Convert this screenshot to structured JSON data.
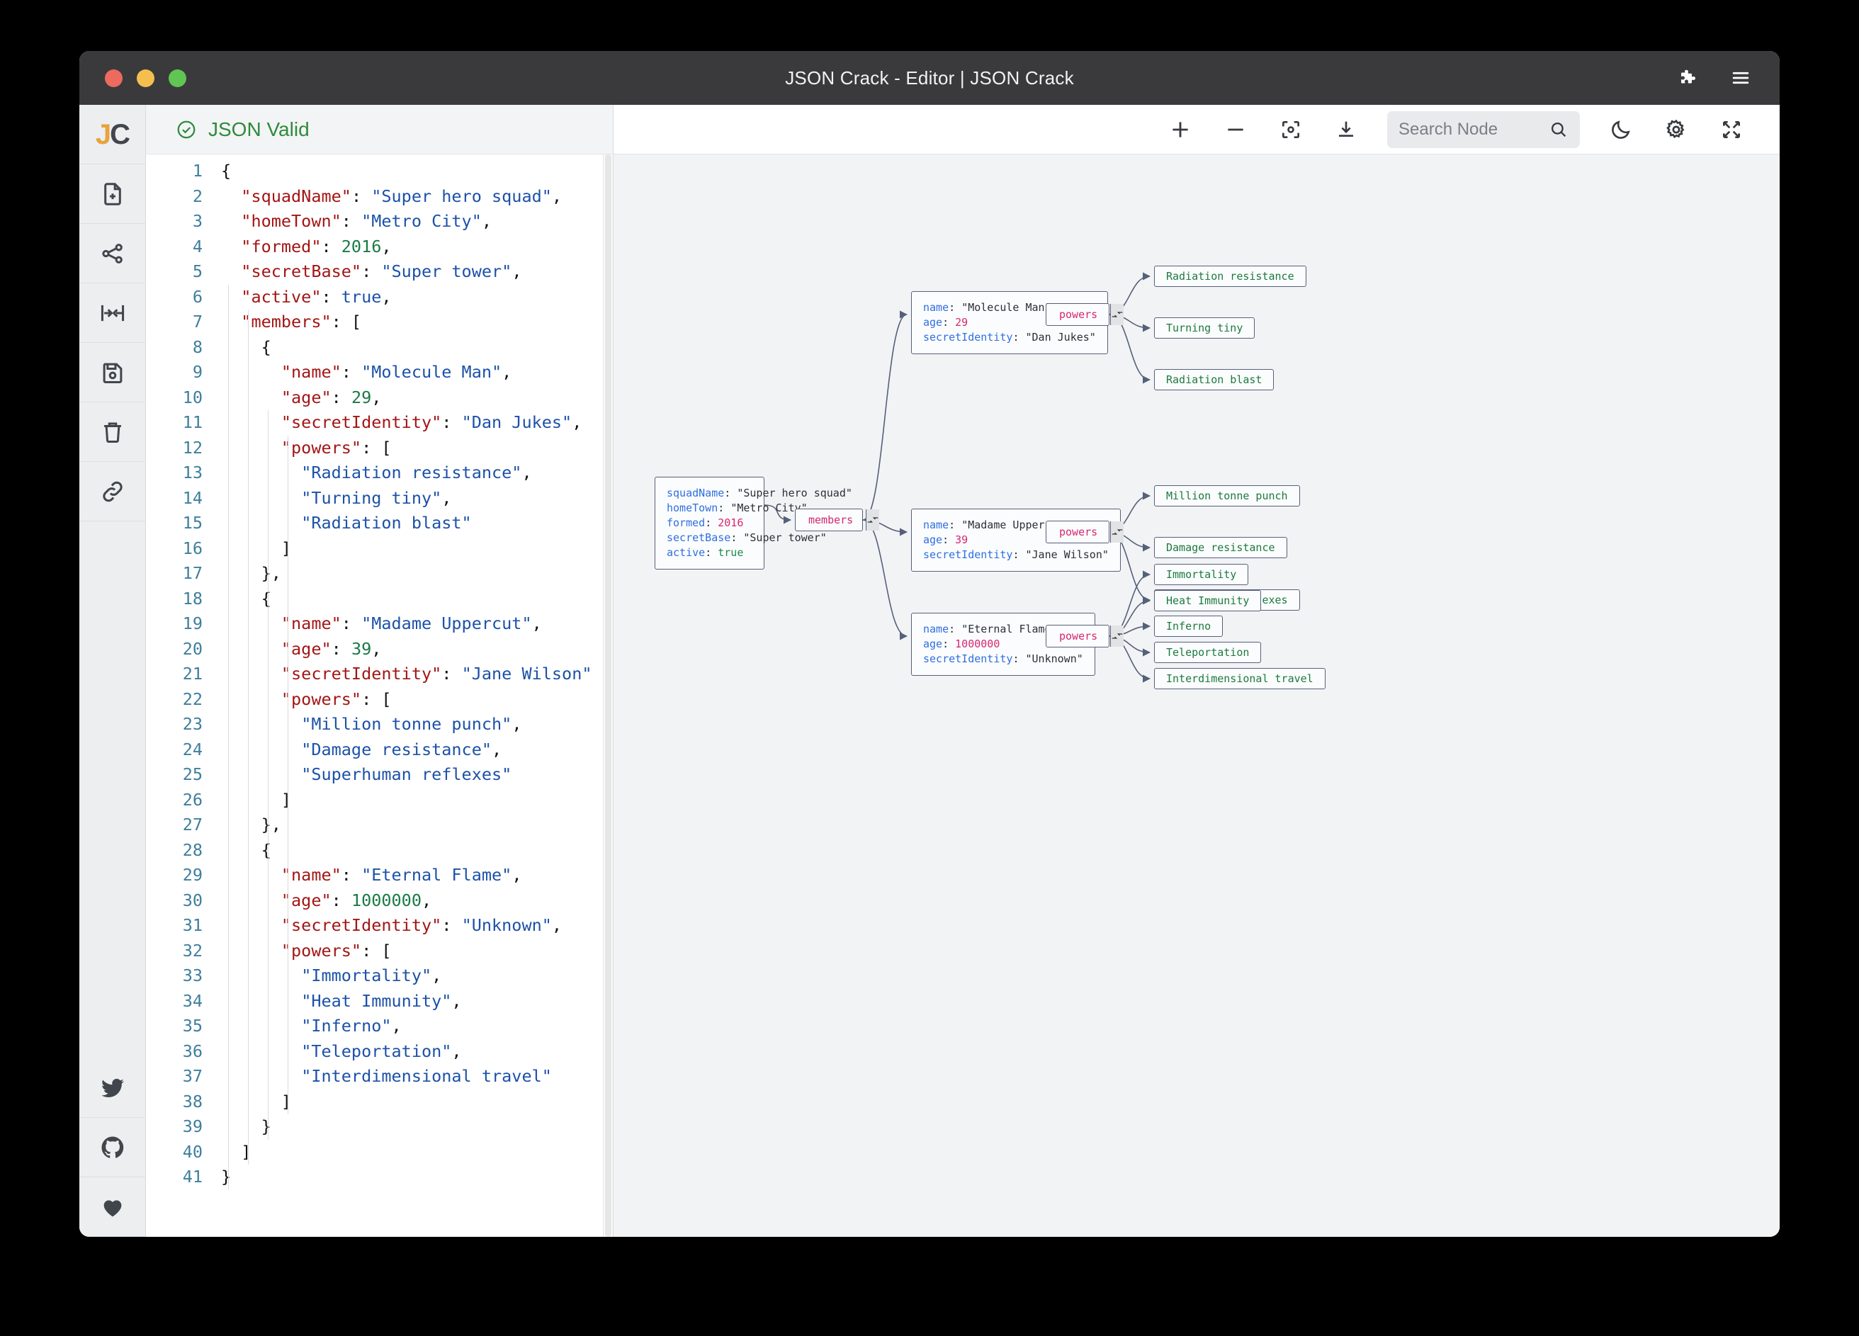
{
  "window": {
    "title": "JSON Crack - Editor | JSON Crack",
    "titlebar_icons": [
      "puzzle-piece-icon",
      "hamburger-menu-icon"
    ],
    "traffic_lights": {
      "close": "#ed6a5e",
      "minimize": "#f5bf4f",
      "maximize": "#61c554"
    },
    "titlebar_bg": "#3a3a3c"
  },
  "rail": {
    "logo": {
      "j": "J",
      "c": "C",
      "j_color": "#e8a33d",
      "c_color": "#41464c"
    },
    "items": [
      {
        "name": "new-file-icon",
        "label": "New file"
      },
      {
        "name": "share-graph-icon",
        "label": "Share"
      },
      {
        "name": "collapse-arrows-icon",
        "label": "Collapse"
      },
      {
        "name": "save-icon",
        "label": "Save"
      },
      {
        "name": "trash-icon",
        "label": "Delete"
      },
      {
        "name": "link-icon",
        "label": "Link"
      }
    ],
    "social": [
      {
        "name": "twitter-icon",
        "label": "Twitter"
      },
      {
        "name": "github-icon",
        "label": "GitHub"
      },
      {
        "name": "heart-icon",
        "label": "Sponsor"
      }
    ]
  },
  "editor": {
    "status": {
      "text": "JSON Valid",
      "icon": "check-circle-icon",
      "color": "#2f8a3d"
    },
    "first_line": 1,
    "last_line": 41,
    "lines": [
      {
        "n": 1,
        "t": [
          [
            "p",
            "{"
          ]
        ]
      },
      {
        "n": 2,
        "t": [
          [
            "p",
            "  "
          ],
          [
            "k",
            "\"squadName\""
          ],
          [
            "p",
            ": "
          ],
          [
            "s",
            "\"Super hero squad\""
          ],
          [
            "p",
            ","
          ]
        ]
      },
      {
        "n": 3,
        "t": [
          [
            "p",
            "  "
          ],
          [
            "k",
            "\"homeTown\""
          ],
          [
            "p",
            ": "
          ],
          [
            "s",
            "\"Metro City\""
          ],
          [
            "p",
            ","
          ]
        ]
      },
      {
        "n": 4,
        "t": [
          [
            "p",
            "  "
          ],
          [
            "k",
            "\"formed\""
          ],
          [
            "p",
            ": "
          ],
          [
            "n",
            "2016"
          ],
          [
            "p",
            ","
          ]
        ]
      },
      {
        "n": 5,
        "t": [
          [
            "p",
            "  "
          ],
          [
            "k",
            "\"secretBase\""
          ],
          [
            "p",
            ": "
          ],
          [
            "s",
            "\"Super tower\""
          ],
          [
            "p",
            ","
          ]
        ]
      },
      {
        "n": 6,
        "t": [
          [
            "p",
            "  "
          ],
          [
            "k",
            "\"active\""
          ],
          [
            "p",
            ": "
          ],
          [
            "b",
            "true"
          ],
          [
            "p",
            ","
          ]
        ]
      },
      {
        "n": 7,
        "t": [
          [
            "p",
            "  "
          ],
          [
            "k",
            "\"members\""
          ],
          [
            "p",
            ": ["
          ]
        ]
      },
      {
        "n": 8,
        "t": [
          [
            "p",
            "    {"
          ]
        ]
      },
      {
        "n": 9,
        "t": [
          [
            "p",
            "      "
          ],
          [
            "k",
            "\"name\""
          ],
          [
            "p",
            ": "
          ],
          [
            "s",
            "\"Molecule Man\""
          ],
          [
            "p",
            ","
          ]
        ]
      },
      {
        "n": 10,
        "t": [
          [
            "p",
            "      "
          ],
          [
            "k",
            "\"age\""
          ],
          [
            "p",
            ": "
          ],
          [
            "n",
            "29"
          ],
          [
            "p",
            ","
          ]
        ]
      },
      {
        "n": 11,
        "t": [
          [
            "p",
            "      "
          ],
          [
            "k",
            "\"secretIdentity\""
          ],
          [
            "p",
            ": "
          ],
          [
            "s",
            "\"Dan Jukes\""
          ],
          [
            "p",
            ","
          ]
        ]
      },
      {
        "n": 12,
        "t": [
          [
            "p",
            "      "
          ],
          [
            "k",
            "\"powers\""
          ],
          [
            "p",
            ": ["
          ]
        ]
      },
      {
        "n": 13,
        "t": [
          [
            "p",
            "        "
          ],
          [
            "s",
            "\"Radiation resistance\""
          ],
          [
            "p",
            ","
          ]
        ]
      },
      {
        "n": 14,
        "t": [
          [
            "p",
            "        "
          ],
          [
            "s",
            "\"Turning tiny\""
          ],
          [
            "p",
            ","
          ]
        ]
      },
      {
        "n": 15,
        "t": [
          [
            "p",
            "        "
          ],
          [
            "s",
            "\"Radiation blast\""
          ]
        ]
      },
      {
        "n": 16,
        "t": [
          [
            "p",
            "      ]"
          ]
        ]
      },
      {
        "n": 17,
        "t": [
          [
            "p",
            "    },"
          ]
        ]
      },
      {
        "n": 18,
        "t": [
          [
            "p",
            "    {"
          ]
        ]
      },
      {
        "n": 19,
        "t": [
          [
            "p",
            "      "
          ],
          [
            "k",
            "\"name\""
          ],
          [
            "p",
            ": "
          ],
          [
            "s",
            "\"Madame Uppercut\""
          ],
          [
            "p",
            ","
          ]
        ]
      },
      {
        "n": 20,
        "t": [
          [
            "p",
            "      "
          ],
          [
            "k",
            "\"age\""
          ],
          [
            "p",
            ": "
          ],
          [
            "n",
            "39"
          ],
          [
            "p",
            ","
          ]
        ]
      },
      {
        "n": 21,
        "t": [
          [
            "p",
            "      "
          ],
          [
            "k",
            "\"secretIdentity\""
          ],
          [
            "p",
            ": "
          ],
          [
            "s",
            "\"Jane Wilson\""
          ]
        ]
      },
      {
        "n": 22,
        "t": [
          [
            "p",
            "      "
          ],
          [
            "k",
            "\"powers\""
          ],
          [
            "p",
            ": ["
          ]
        ]
      },
      {
        "n": 23,
        "t": [
          [
            "p",
            "        "
          ],
          [
            "s",
            "\"Million tonne punch\""
          ],
          [
            "p",
            ","
          ]
        ]
      },
      {
        "n": 24,
        "t": [
          [
            "p",
            "        "
          ],
          [
            "s",
            "\"Damage resistance\""
          ],
          [
            "p",
            ","
          ]
        ]
      },
      {
        "n": 25,
        "t": [
          [
            "p",
            "        "
          ],
          [
            "s",
            "\"Superhuman reflexes\""
          ]
        ]
      },
      {
        "n": 26,
        "t": [
          [
            "p",
            "      ]"
          ]
        ]
      },
      {
        "n": 27,
        "t": [
          [
            "p",
            "    },"
          ]
        ]
      },
      {
        "n": 28,
        "t": [
          [
            "p",
            "    {"
          ]
        ]
      },
      {
        "n": 29,
        "t": [
          [
            "p",
            "      "
          ],
          [
            "k",
            "\"name\""
          ],
          [
            "p",
            ": "
          ],
          [
            "s",
            "\"Eternal Flame\""
          ],
          [
            "p",
            ","
          ]
        ]
      },
      {
        "n": 30,
        "t": [
          [
            "p",
            "      "
          ],
          [
            "k",
            "\"age\""
          ],
          [
            "p",
            ": "
          ],
          [
            "n",
            "1000000"
          ],
          [
            "p",
            ","
          ]
        ]
      },
      {
        "n": 31,
        "t": [
          [
            "p",
            "      "
          ],
          [
            "k",
            "\"secretIdentity\""
          ],
          [
            "p",
            ": "
          ],
          [
            "s",
            "\"Unknown\""
          ],
          [
            "p",
            ","
          ]
        ]
      },
      {
        "n": 32,
        "t": [
          [
            "p",
            "      "
          ],
          [
            "k",
            "\"powers\""
          ],
          [
            "p",
            ": ["
          ]
        ]
      },
      {
        "n": 33,
        "t": [
          [
            "p",
            "        "
          ],
          [
            "s",
            "\"Immortality\""
          ],
          [
            "p",
            ","
          ]
        ]
      },
      {
        "n": 34,
        "t": [
          [
            "p",
            "        "
          ],
          [
            "s",
            "\"Heat Immunity\""
          ],
          [
            "p",
            ","
          ]
        ]
      },
      {
        "n": 35,
        "t": [
          [
            "p",
            "        "
          ],
          [
            "s",
            "\"Inferno\""
          ],
          [
            "p",
            ","
          ]
        ]
      },
      {
        "n": 36,
        "t": [
          [
            "p",
            "        "
          ],
          [
            "s",
            "\"Teleportation\""
          ],
          [
            "p",
            ","
          ]
        ]
      },
      {
        "n": 37,
        "t": [
          [
            "p",
            "        "
          ],
          [
            "s",
            "\"Interdimensional travel\""
          ]
        ]
      },
      {
        "n": 38,
        "t": [
          [
            "p",
            "      ]"
          ]
        ]
      },
      {
        "n": 39,
        "t": [
          [
            "p",
            "    }"
          ]
        ]
      },
      {
        "n": 40,
        "t": [
          [
            "p",
            "  ]"
          ]
        ]
      },
      {
        "n": 41,
        "t": [
          [
            "p",
            "}"
          ]
        ]
      }
    ],
    "colors": {
      "key": "#a31515",
      "string": "#1c51a8",
      "number": "#197a45",
      "boolean": "#1c51a8",
      "gutter": "#3f7e9c"
    }
  },
  "graph_toolbar": {
    "zoom_in": "zoom-in-icon",
    "zoom_out": "zoom-out-icon",
    "center": "center-view-icon",
    "download": "download-icon",
    "search": {
      "placeholder": "Search Node",
      "value": "",
      "icon": "search-icon"
    },
    "theme": "moon-icon",
    "settings": "gear-icon",
    "fullscreen": "fullscreen-icon"
  },
  "graph": {
    "root": {
      "rows": [
        {
          "key": "squadName",
          "value": "\"Super hero squad\"",
          "type": "string"
        },
        {
          "key": "homeTown",
          "value": "\"Metro City\"",
          "type": "string"
        },
        {
          "key": "formed",
          "value": "2016",
          "type": "number"
        },
        {
          "key": "secretBase",
          "value": "\"Super tower\"",
          "type": "string"
        },
        {
          "key": "active",
          "value": "true",
          "type": "boolean"
        }
      ]
    },
    "members_label": "members",
    "members": [
      {
        "rows": [
          {
            "key": "name",
            "value": "\"Molecule Man\"",
            "type": "string"
          },
          {
            "key": "age",
            "value": "29",
            "type": "number"
          },
          {
            "key": "secretIdentity",
            "value": "\"Dan Jukes\"",
            "type": "string"
          }
        ],
        "powers_label": "powers",
        "powers": [
          "Radiation resistance",
          "Turning tiny",
          "Radiation blast"
        ]
      },
      {
        "rows": [
          {
            "key": "name",
            "value": "\"Madame Uppercut\"",
            "type": "string"
          },
          {
            "key": "age",
            "value": "39",
            "type": "number"
          },
          {
            "key": "secretIdentity",
            "value": "\"Jane Wilson\"",
            "type": "string"
          }
        ],
        "powers_label": "powers",
        "powers": [
          "Million tonne punch",
          "Damage resistance",
          "Superhuman reflexes"
        ]
      },
      {
        "rows": [
          {
            "key": "name",
            "value": "\"Eternal Flame\"",
            "type": "string"
          },
          {
            "key": "age",
            "value": "1000000",
            "type": "number"
          },
          {
            "key": "secretIdentity",
            "value": "\"Unknown\"",
            "type": "string"
          }
        ],
        "powers_label": "powers",
        "powers": [
          "Immortality",
          "Heat Immunity",
          "Inferno",
          "Teleportation",
          "Interdimensional travel"
        ]
      }
    ],
    "colors": {
      "node_key": "#2f6fe0",
      "node_number": "#d6276e",
      "node_bool": "#1c8a4a",
      "leaf_text": "#1d7a3e",
      "parent_label": "#d6276e",
      "edge": "#55607a",
      "canvas_bg": "#f2f3f5"
    }
  }
}
